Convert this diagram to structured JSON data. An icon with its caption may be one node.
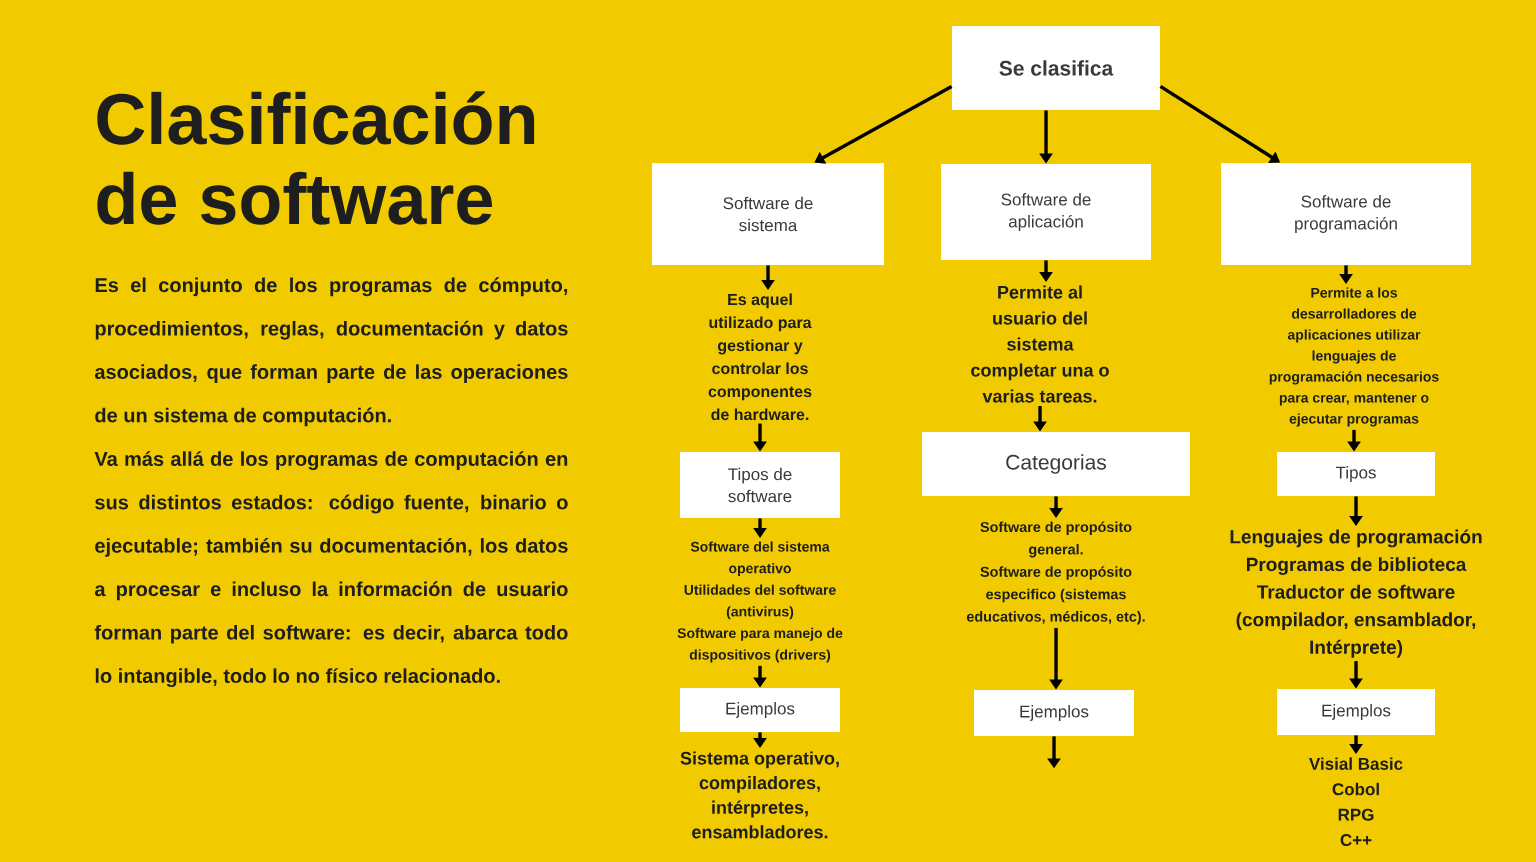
{
  "diagram": {
    "title": "Clasificación de software",
    "nodes": [
      {
        "text": [
          "Se clasifica"
        ]
      },
      {
        "text": [
          "Software de sistema"
        ]
      },
      {
        "text": [
          "Software de aplicación"
        ]
      },
      {
        "text": [
          "Software de programación"
        ]
      },
      {
        "text": [
          "Es aquel utilizado para gestionar y controlar los componentes de hardware."
        ]
      },
      {
        "text": [
          "Permite al usuario del sistema completar una o varias tareas."
        ]
      },
      {
        "text": [
          "Permite a los desarrolladores de aplicaciones utilizar lenguajes de programación necesarios para crear, mantener o ejecutar programas"
        ]
      },
      {
        "text": [
          "Tipos de software"
        ]
      },
      {
        "text": [
          "Categorias"
        ]
      },
      {
        "text": [
          "Tipos"
        ]
      },
      {
        "text": [
          "Software del sistema operativo",
          "Utilidades del software (antivirus)",
          "Software para manejo de dispositivos (drivers)"
        ]
      },
      {
        "text": [
          "Software de propósito general.",
          "Software de propósito especifico (sistemas educativos, médicos, etc)."
        ]
      },
      {
        "text": [
          "Lenguajes de programación",
          "Programas de biblioteca",
          "Traductor de software (compilador, ensamblador, Intérprete)"
        ]
      },
      {
        "text": [
          "Ejemplos"
        ]
      },
      {
        "text": [
          "Ejemplos"
        ]
      },
      {
        "text": [
          "Ejemplos"
        ]
      },
      {
        "text": [
          "Sistema operativo, compiladores, intérpretes, ensambladores."
        ]
      },
      {
        "text": [
          "Visial Basic",
          "Cobol",
          "RPG",
          "C++"
        ]
      }
    ],
    "edges": [
      {
        "from": 0,
        "to": 1,
        "arrow": "to"
      },
      {
        "from": 0,
        "to": 2,
        "arrow": "to"
      },
      {
        "from": 0,
        "to": 3,
        "arrow": "to"
      },
      {
        "from": 1,
        "to": 4,
        "arrow": "to"
      },
      {
        "from": 2,
        "to": 5,
        "arrow": "to"
      },
      {
        "from": 3,
        "to": 6,
        "arrow": "to"
      },
      {
        "from": 4,
        "to": 7,
        "arrow": "to"
      },
      {
        "from": 5,
        "to": 8,
        "arrow": "to"
      },
      {
        "from": 6,
        "to": 9,
        "arrow": "to"
      },
      {
        "from": 7,
        "to": 10,
        "arrow": "to"
      },
      {
        "from": 8,
        "to": 11,
        "arrow": "to"
      },
      {
        "from": 9,
        "to": 12,
        "arrow": "to"
      },
      {
        "from": 10,
        "to": 13,
        "arrow": "to"
      },
      {
        "from": 11,
        "to": 14,
        "arrow": "to"
      },
      {
        "from": 12,
        "to": 15,
        "arrow": "to"
      },
      {
        "from": 13,
        "to": 16,
        "arrow": "to"
      },
      {
        "from": 14,
        "to": null,
        "arrow": "to"
      },
      {
        "from": 15,
        "to": 17,
        "arrow": "to"
      }
    ],
    "labels": [
      "Es el conjunto de los programas de cómputo, procedimientos, reglas, documentación y datos asociados, que forman parte de las operaciones de un sistema de computación.",
      "Va más allá de los programas de computación en sus distintos estados: código fuente, binario o ejecutable; también su documentación, los datos a procesar e incluso la información de usuario forman parte del software: es decir, abarca todo lo intangible, todo lo no físico relacionado."
    ]
  }
}
